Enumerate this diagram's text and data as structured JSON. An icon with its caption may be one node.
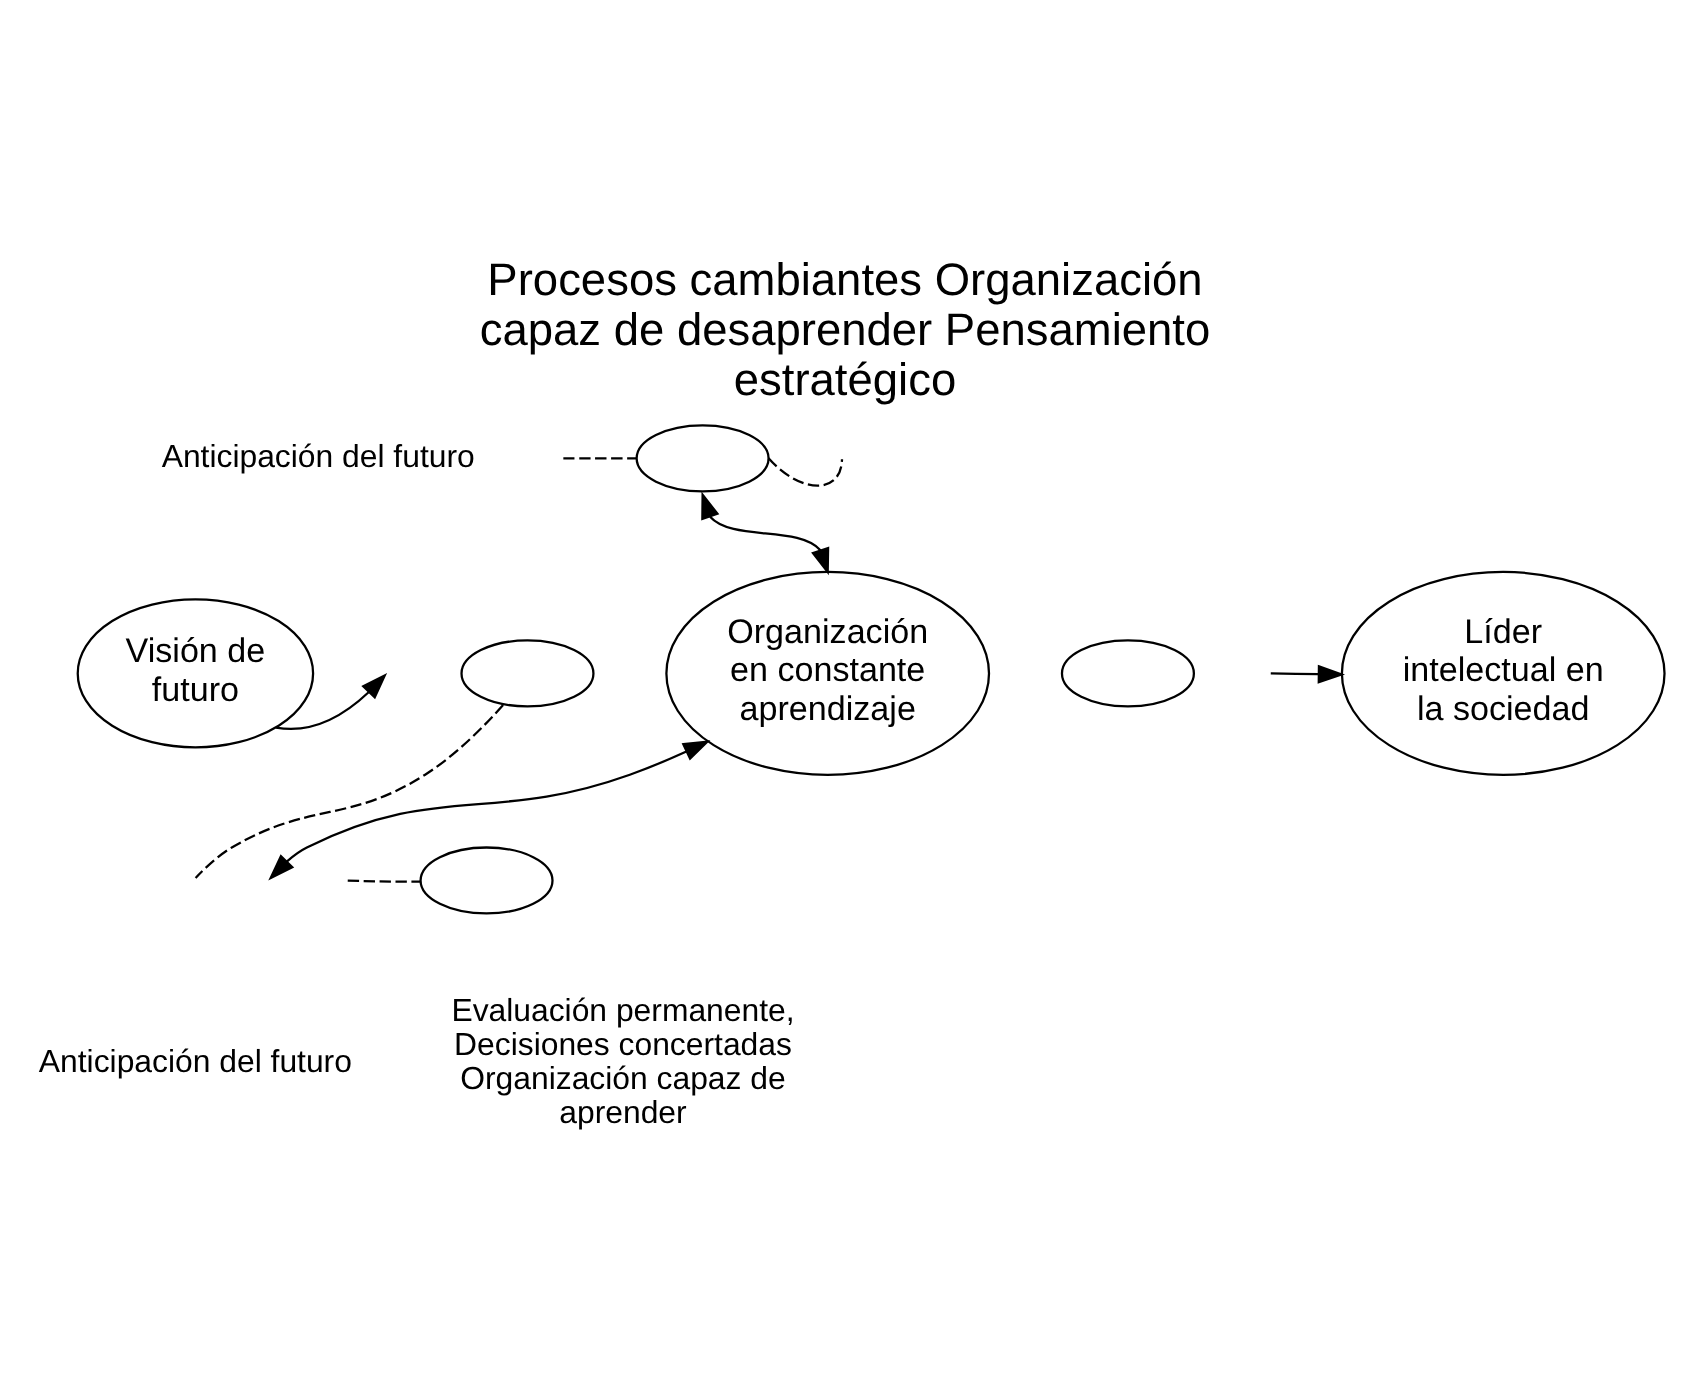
{
  "diagram": {
    "title": "Procesos cambiantes Organización capaz de desaprender Pensamiento estratégico",
    "caption": "Evaluación permanente, Decisiones concertadas Organización capaz de aprender",
    "nodes": [
      {
        "text": [],
        "shape": "circle"
      },
      {
        "text": [
          "Visión de futuro"
        ]
      },
      {
        "text": [],
        "shape": "circle"
      },
      {
        "text": [
          "Organización en constante aprendizaje"
        ]
      },
      {
        "text": [],
        "shape": "circle"
      },
      {
        "text": [
          "Líder intelectual en la sociedad"
        ]
      },
      {
        "text": [],
        "shape": "circle"
      }
    ],
    "edges": [
      {
        "from": 1,
        "to": null,
        "arrow": "to"
      },
      {
        "from": null,
        "to": 0,
        "arrow": "none",
        "style": "dashed"
      },
      {
        "from": 0,
        "to": 3,
        "arrow": "both"
      },
      {
        "from": 0,
        "to": null,
        "arrow": "none",
        "style": "dashed"
      },
      {
        "from": null,
        "to": 5,
        "arrow": "to"
      },
      {
        "from": 2,
        "to": null,
        "arrow": "none",
        "style": "dashed"
      },
      {
        "from": null,
        "to": 3,
        "arrow": "both"
      },
      {
        "from": null,
        "to": 6,
        "arrow": "none",
        "style": "dashed"
      }
    ],
    "labels": [
      "Anticipación del futuro",
      "Anticipación del futuro"
    ]
  }
}
